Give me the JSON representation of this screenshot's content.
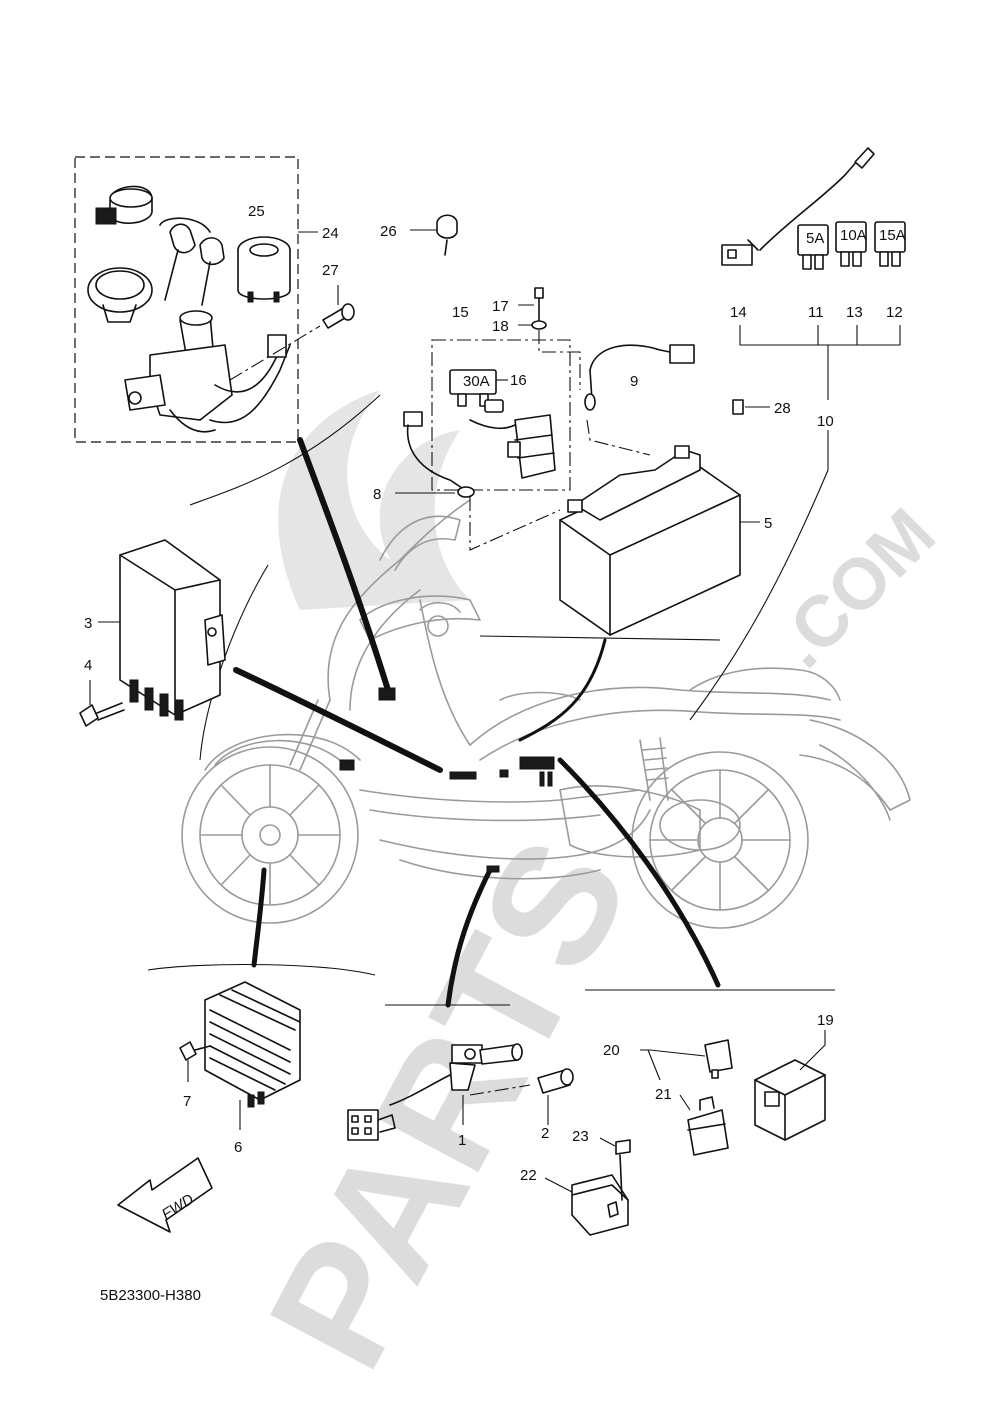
{
  "diagram": {
    "ref_code": "5B23300-H380",
    "direction_label": "FWD",
    "watermark": {
      "brand": "PARTS",
      "suffix": ".COM"
    },
    "fuse_labels": [
      "30A",
      "5A",
      "10A",
      "15A"
    ]
  },
  "callouts": [
    {
      "id": "1",
      "label": "1"
    },
    {
      "id": "2",
      "label": "2"
    },
    {
      "id": "3",
      "label": "3"
    },
    {
      "id": "4",
      "label": "4"
    },
    {
      "id": "5",
      "label": "5"
    },
    {
      "id": "6",
      "label": "6"
    },
    {
      "id": "7",
      "label": "7"
    },
    {
      "id": "8",
      "label": "8"
    },
    {
      "id": "9",
      "label": "9"
    },
    {
      "id": "10",
      "label": "10"
    },
    {
      "id": "11",
      "label": "11"
    },
    {
      "id": "12",
      "label": "12"
    },
    {
      "id": "13",
      "label": "13"
    },
    {
      "id": "14",
      "label": "14"
    },
    {
      "id": "15",
      "label": "15"
    },
    {
      "id": "16",
      "label": "16"
    },
    {
      "id": "17",
      "label": "17"
    },
    {
      "id": "18",
      "label": "18"
    },
    {
      "id": "19",
      "label": "19"
    },
    {
      "id": "20",
      "label": "20"
    },
    {
      "id": "21",
      "label": "21"
    },
    {
      "id": "22",
      "label": "22"
    },
    {
      "id": "23",
      "label": "23"
    },
    {
      "id": "24",
      "label": "24"
    },
    {
      "id": "25",
      "label": "25"
    },
    {
      "id": "26",
      "label": "26"
    },
    {
      "id": "27",
      "label": "27"
    },
    {
      "id": "28",
      "label": "28"
    }
  ]
}
